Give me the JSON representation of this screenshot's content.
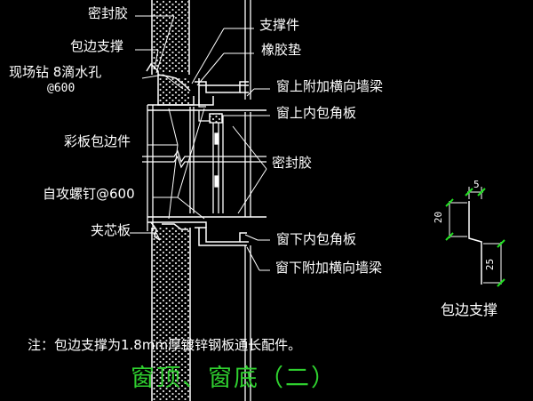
{
  "labels": {
    "seal_glue_top": "密封胶",
    "edge_support": "包边支撑",
    "drill_hole_line1": "现场钻 8滴水孔",
    "drill_hole_line2": "@600",
    "color_plate_trim": "彩板包边件",
    "self_tapping_screw": "自攻螺钉@600",
    "sandwich_panel": "夹芯板",
    "support_piece": "支撑件",
    "rubber_pad": "橡胶垫",
    "upper_window_beam": "窗上附加横向墙梁",
    "upper_window_corner": "窗上内包角板",
    "seal_glue_mid": "密封胶",
    "lower_window_corner": "窗下内包角板",
    "lower_window_beam": "窗下附加横向墙梁"
  },
  "detail": {
    "title": "包边支撑",
    "dim_top": "5",
    "dim_left": "20",
    "dim_right": "25"
  },
  "note": "注：包边支撑为1.8mm厚镀锌钢板通长配件。",
  "title": "窗顶、窗底（二）",
  "colors": {
    "background": "#000000",
    "linework": "#ffffff",
    "leaders": "#ffffff",
    "title": "#2fd02f",
    "dimension_ticks": "#20e020"
  }
}
